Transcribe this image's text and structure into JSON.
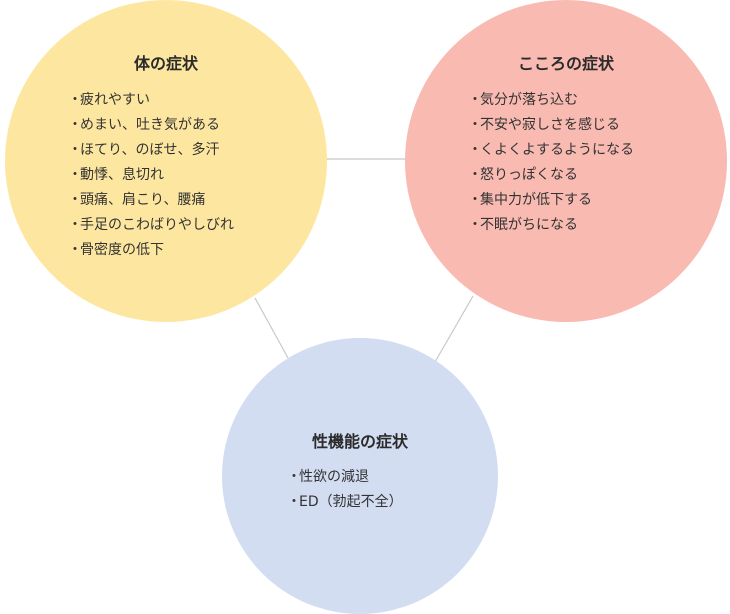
{
  "colors": {
    "body_circle": "#fde7a0",
    "mind_circle": "#f8bab1",
    "sexual_circle": "#d3ddf2",
    "connector_line": "#c8c8c8"
  },
  "bullet": "・",
  "body": {
    "title": "体の症状",
    "items": [
      "疲れやすい",
      "めまい、吐き気がある",
      "ほてり、のぼせ、多汗",
      "動悸、息切れ",
      "頭痛、肩こり、腰痛",
      "手足のこわばりやしびれ",
      "骨密度の低下"
    ]
  },
  "mind": {
    "title": "こころの症状",
    "items": [
      "気分が落ち込む",
      "不安や寂しさを感じる",
      "くよくよするようになる",
      "怒りっぽくなる",
      "集中力が低下する",
      "不眠がちになる"
    ]
  },
  "sexual": {
    "title": "性機能の症状",
    "items": [
      "性欲の減退",
      "ED（勃起不全）"
    ]
  }
}
